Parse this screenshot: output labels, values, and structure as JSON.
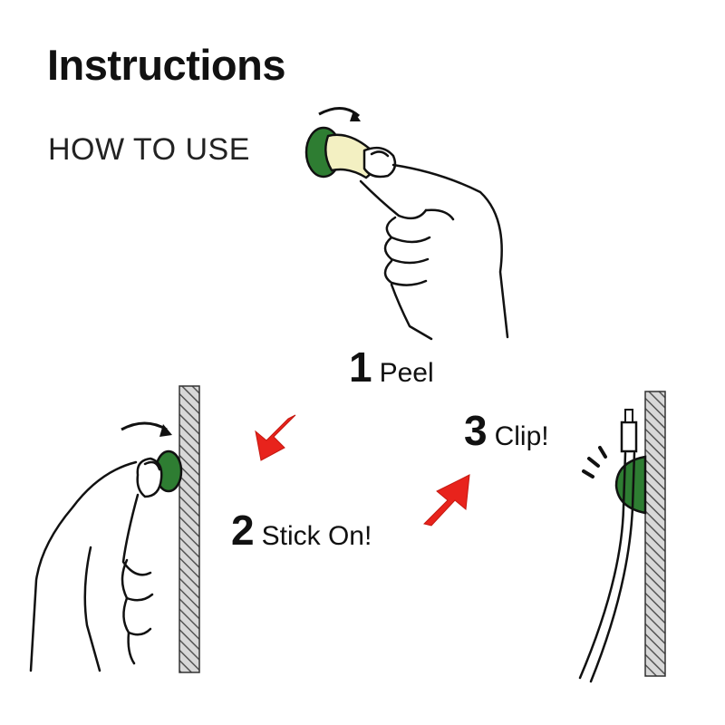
{
  "title": "Instructions",
  "subtitle": "HOW TO USE",
  "steps": [
    {
      "number": "1",
      "label": "Peel"
    },
    {
      "number": "2",
      "label": "Stick On!"
    },
    {
      "number": "3",
      "label": "Clip!"
    }
  ],
  "colors": {
    "clip_green": "#2e7d32",
    "adhesive_pad": "#f3f0c2",
    "arrow_red": "#e8231c",
    "line": "#111111",
    "wall_hatch": "#777777"
  }
}
